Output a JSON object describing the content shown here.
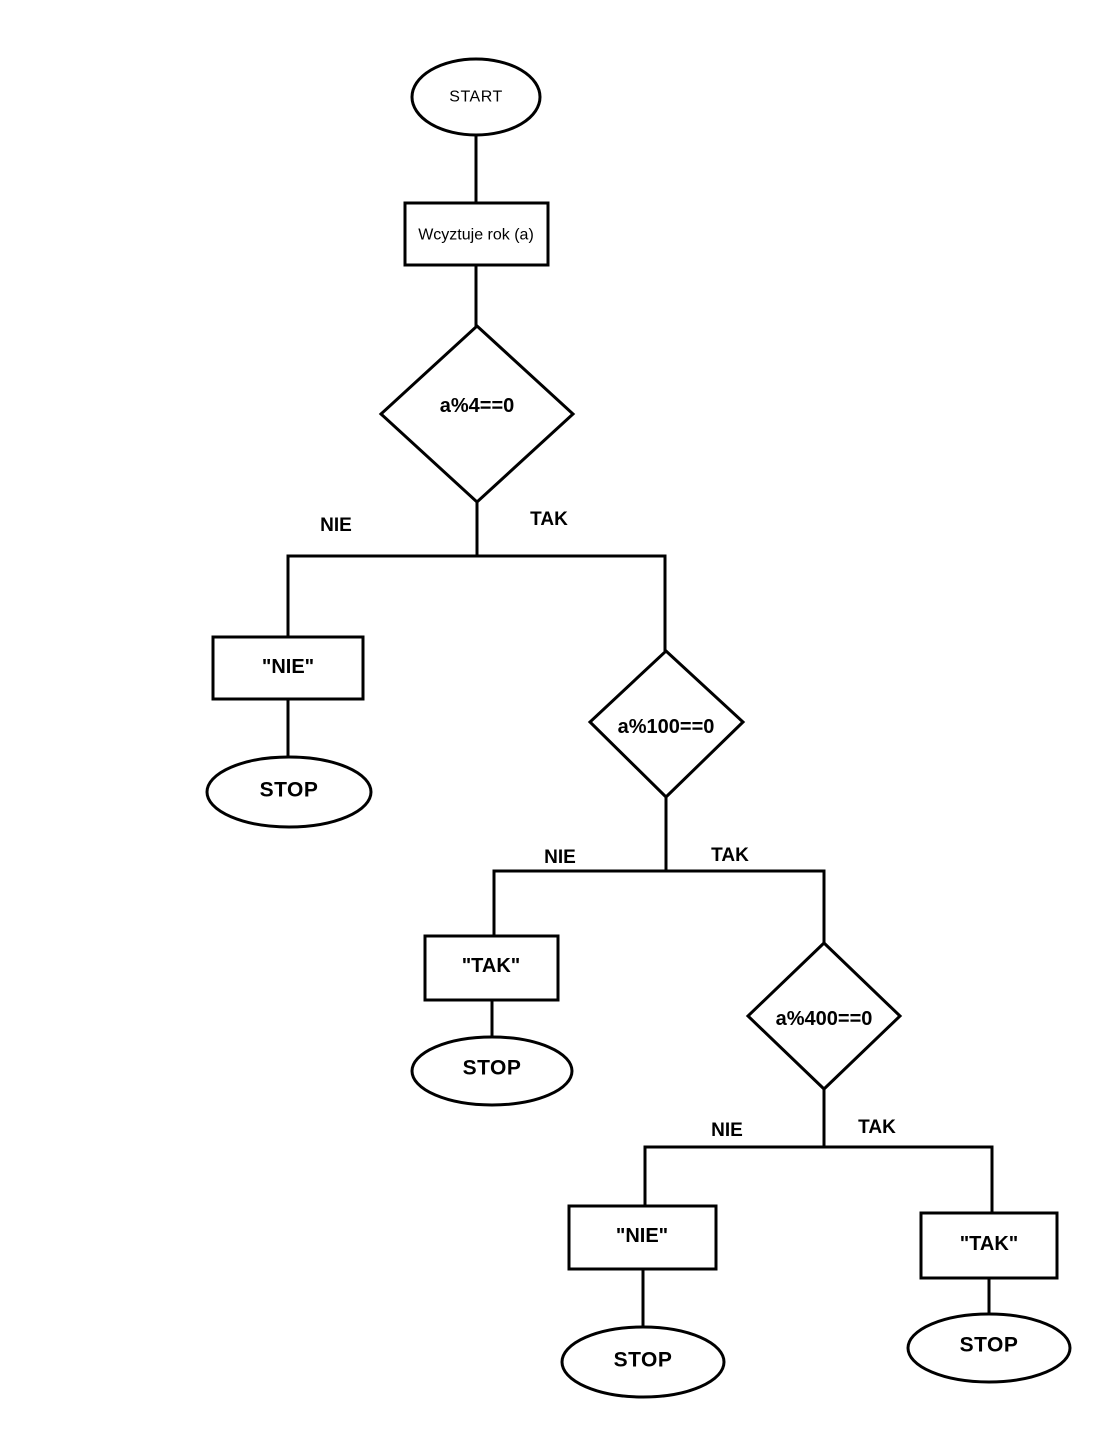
{
  "flowchart": {
    "start": {
      "label": "START"
    },
    "read_year": {
      "label": "Wcyztuje rok (a)"
    },
    "decisions": {
      "mod4": {
        "label": "a%4==0",
        "no": "NIE",
        "yes": "TAK"
      },
      "mod100": {
        "label": "a%100==0",
        "no": "NIE",
        "yes": "TAK"
      },
      "mod400": {
        "label": "a%400==0",
        "no": "NIE",
        "yes": "TAK"
      }
    },
    "outputs": {
      "mod4_no": {
        "label": "\"NIE\""
      },
      "mod100_no": {
        "label": "\"TAK\""
      },
      "mod400_no": {
        "label": "\"NIE\""
      },
      "mod400_yes": {
        "label": "\"TAK\""
      }
    },
    "terminators": {
      "stop1": {
        "label": "STOP"
      },
      "stop2": {
        "label": "STOP"
      },
      "stop3": {
        "label": "STOP"
      },
      "stop4": {
        "label": "STOP"
      }
    },
    "colors": {
      "stroke": "#000000",
      "text": "#000000",
      "background": "#ffffff"
    }
  }
}
